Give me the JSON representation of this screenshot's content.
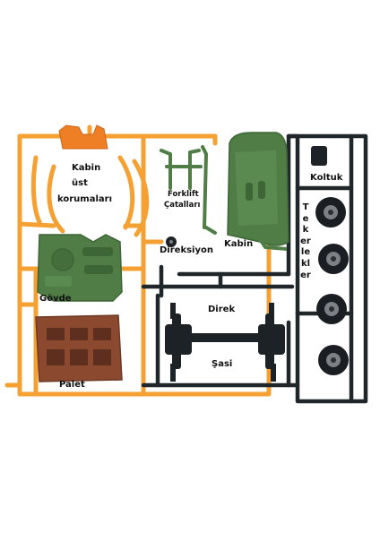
{
  "labels": {
    "kabin_ust_line1": "Kabin",
    "kabin_ust_line2": "üst",
    "kabin_ust_line3": "korumaları",
    "forklift_line1": "Forklift",
    "forklift_line2": "Çatalları",
    "kabin": "Kabin",
    "koltuk": "Koltuk",
    "direksiyon": "Direksiyon",
    "govde": "Gövde",
    "direk": "Direk",
    "sasi": "Şasi",
    "palet": "Palet",
    "tekerlekler": "Tekerlekler"
  },
  "colors": {
    "orange_sprue": "#f5a033",
    "orange_part": "#ef7f24",
    "green_part": "#4f7d45",
    "green_dark": "#3d6535",
    "black_sprue": "#20272b",
    "brown_pallet": "#8b4a2f",
    "wheel_rim": "#7d8186"
  }
}
